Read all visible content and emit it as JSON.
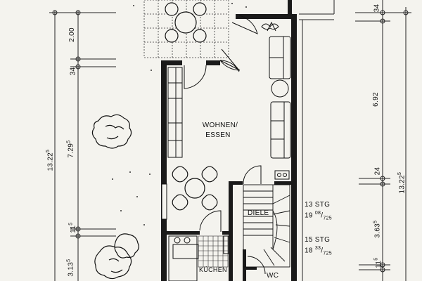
{
  "rooms": {
    "living": [
      "WOHNEN/",
      "ESSEN"
    ],
    "hall": "DIELE",
    "kitchen": "KÜCHEN",
    "wc": "WC"
  },
  "stairs": {
    "upper": {
      "count": "13 STG",
      "rise_main": "19",
      "rise_sup": "08",
      "rise_sub": "725"
    },
    "lower": {
      "count": "15 STG",
      "rise_main": "18",
      "rise_sup": "33",
      "rise_sub": "725"
    }
  },
  "dimensions": {
    "left_outer_total": "13.22",
    "left_outer_total_sup": "5",
    "left_top": "2.00",
    "left_wall": "34",
    "left_mid": "7.29",
    "left_mid_sup": "5",
    "left_small": "11",
    "left_small_sup": "5",
    "left_bottom": "3.13",
    "left_bottom_sup": "5",
    "right_top_wall": "34",
    "right_mid": "6.92",
    "right_wall": "24",
    "right_outer_total": "13.22",
    "right_outer_total_sup": "5",
    "right_lower": "3.63",
    "right_lower_sup": "5",
    "right_small": "11",
    "right_small_sup": "5"
  },
  "colors": {
    "paper": "#f4f3ee",
    "ink": "#111111",
    "wall": "#1a1a1a"
  }
}
